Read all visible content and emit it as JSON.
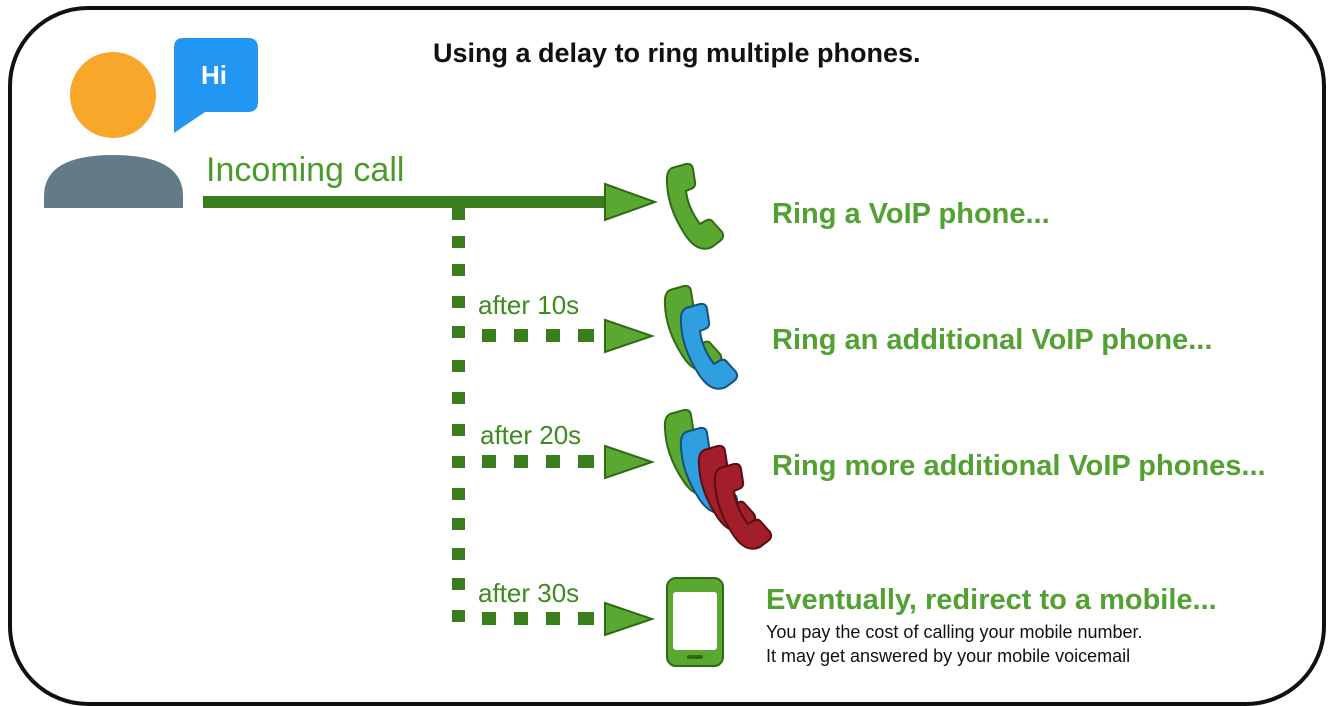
{
  "title": "Using a delay to ring multiple phones.",
  "caller": {
    "bubble_text": "Hi",
    "icon": "person-icon"
  },
  "incoming_label": "Incoming call",
  "delays": [
    {
      "label": "after 10s"
    },
    {
      "label": "after 20s"
    },
    {
      "label": "after 30s"
    }
  ],
  "targets": [
    {
      "text": "Ring a VoIP phone...",
      "icon": "phone-handset-icon"
    },
    {
      "text": "Ring an additional VoIP phone...",
      "icon": "double-phone-handset-icon"
    },
    {
      "text": "Ring more additional VoIP phones...",
      "icon": "multiple-phone-handset-icon"
    },
    {
      "text": "Eventually, redirect to a mobile...",
      "icon": "mobile-phone-icon"
    }
  ],
  "mobile_notes": [
    "You pay the cost of calling your mobile number.",
    "It may get answered by your mobile voicemail"
  ],
  "colors": {
    "line_green": "#3a7d1c",
    "arrow_green": "#5aa832",
    "text_green": "#52a132",
    "blue": "#2f9fe0",
    "red": "#a31e2b",
    "avatar_head": "#f9a72b",
    "avatar_body": "#637b89",
    "bubble": "#2196f3"
  }
}
